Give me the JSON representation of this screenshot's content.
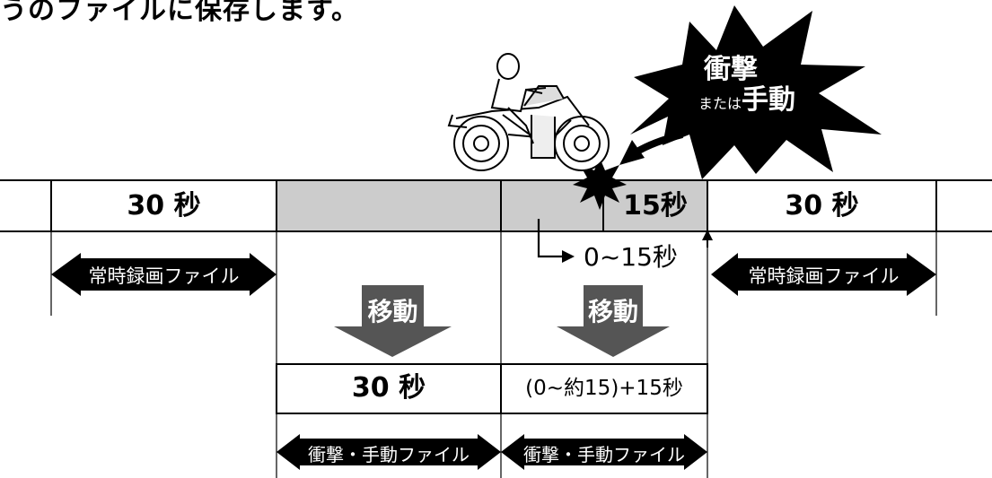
{
  "heading": "うのファイルに保存します。",
  "timeline": {
    "left_cell": "30 秒",
    "trigger_cell": "15秒",
    "right_cell": "30 秒"
  },
  "offset_label": "0~15秒",
  "move_label": "移動",
  "saved": {
    "cell1": "30 秒",
    "cell2": "(0~約15)+15秒"
  },
  "file_labels": {
    "continuous": "常時録画ファイル",
    "event": "衝撃・手動ファイル"
  },
  "burst": {
    "line1": "衝撃",
    "line2_small": "または",
    "line2_big": "手動"
  },
  "colors": {
    "gray_fill": "#cccccc",
    "dark_arrow": "#555555",
    "black": "#000000"
  }
}
